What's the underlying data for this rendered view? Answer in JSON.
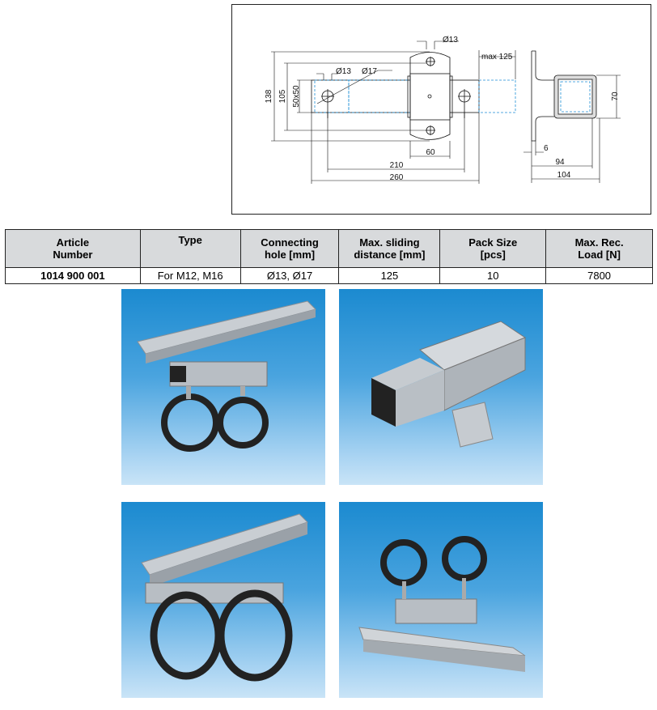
{
  "drawing": {
    "dims": {
      "d138": "138",
      "d105": "105",
      "d50x50": "50x50",
      "hole_top": "Ø13",
      "hole_left13": "Ø13",
      "hole_left17": "Ø17",
      "max": "max 125",
      "d60": "60",
      "d210": "210",
      "d260": "260",
      "d70": "70",
      "d6": "6",
      "d94": "94",
      "d104": "104"
    }
  },
  "table": {
    "headers": [
      [
        "Article",
        "Number"
      ],
      [
        "Type",
        ""
      ],
      [
        "Connecting",
        "hole [mm]"
      ],
      [
        "Max. sliding",
        "distance [mm]"
      ],
      [
        "Pack Size",
        "[pcs]"
      ],
      [
        "Max. Rec.",
        "Load [N]"
      ]
    ],
    "rows": [
      [
        "1014 900 001",
        "For M12, M16",
        "Ø13, Ø17",
        "125",
        "10",
        "7800"
      ]
    ]
  },
  "colors": {
    "hidden_line": "#1e8fd6",
    "photo_bg_top": "#1b8ad0",
    "photo_bg_bottom": "#c9e4f7",
    "table_header": "#d8dadc"
  }
}
